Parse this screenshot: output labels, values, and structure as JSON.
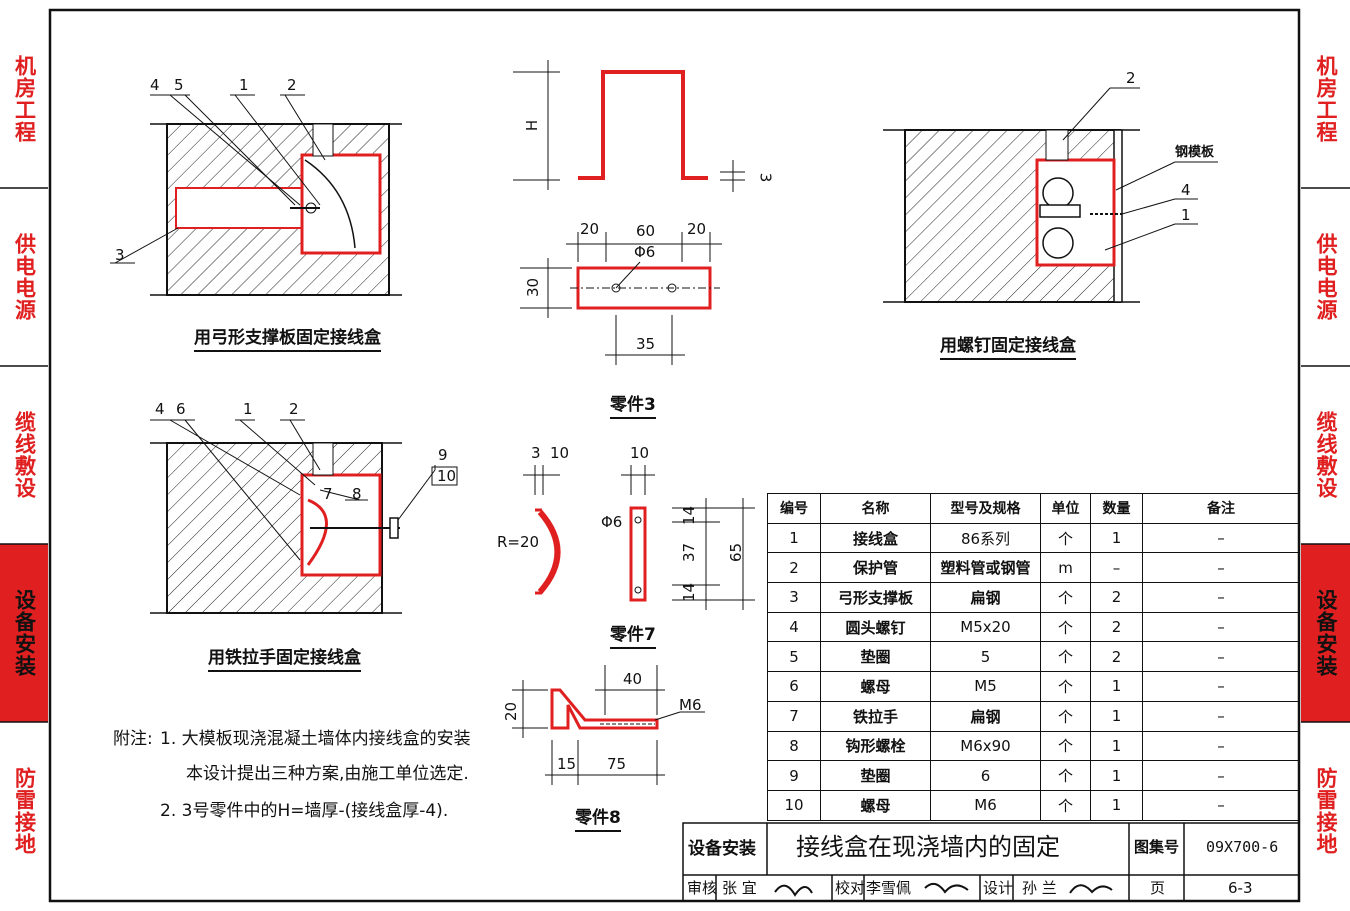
{
  "side_tabs": {
    "left": [
      "机房工程",
      "供电电源",
      "缆线敷设",
      "设备安装",
      "防雷接地"
    ],
    "right": [
      "机房工程",
      "供电电源",
      "缆线敷设",
      "设备安装",
      "防雷接地"
    ],
    "active_index": 3
  },
  "colors": {
    "accent": "#e02020",
    "ink": "#111111"
  },
  "drawings": {
    "bow": {
      "caption": "用弓形支撑板固定接线盒",
      "labels": [
        "4",
        "5",
        "1",
        "2",
        "3"
      ]
    },
    "screw": {
      "caption": "用螺钉固定接线盒",
      "labels": [
        "2",
        "钢模板",
        "4",
        "1"
      ]
    },
    "pull": {
      "caption": "用铁拉手固定接线盒",
      "labels": [
        "4",
        "6",
        "1",
        "2",
        "7",
        "8",
        "9",
        "10"
      ]
    },
    "part3": {
      "caption": "零件3",
      "dims": [
        "H",
        "3",
        "20",
        "60",
        "20",
        "30",
        "Φ6",
        "35"
      ]
    },
    "part7": {
      "caption": "零件7",
      "dims": [
        "3",
        "10",
        "10",
        "R=20",
        "Φ6",
        "14",
        "37",
        "14",
        "65"
      ]
    },
    "part8": {
      "caption": "零件8",
      "dims": [
        "40",
        "20",
        "M6",
        "15",
        "75"
      ]
    }
  },
  "notes": {
    "prefix": "附注:",
    "item1_line1": "1. 大模板现浇混凝土墙体内接线盒的安装",
    "item1_line2": "本设计提出三种方案,由施工单位选定.",
    "item2": "2. 3号零件中的H=墙厚-(接线盒厚-4)."
  },
  "parts_table": {
    "headers": [
      "编号",
      "名称",
      "型号及规格",
      "单位",
      "数量",
      "备注"
    ],
    "rows": [
      [
        "1",
        "接线盒",
        "86系列",
        "个",
        "1",
        "–"
      ],
      [
        "2",
        "保护管",
        "塑料管或钢管",
        "m",
        "–",
        "–"
      ],
      [
        "3",
        "弓形支撑板",
        "扁钢",
        "个",
        "2",
        "–"
      ],
      [
        "4",
        "圆头螺钉",
        "M5x20",
        "个",
        "2",
        "–"
      ],
      [
        "5",
        "垫圈",
        "5",
        "个",
        "2",
        "–"
      ],
      [
        "6",
        "螺母",
        "M5",
        "个",
        "1",
        "–"
      ],
      [
        "7",
        "铁拉手",
        "扁钢",
        "个",
        "1",
        "–"
      ],
      [
        "8",
        "钩形螺栓",
        "M6x90",
        "个",
        "1",
        "–"
      ],
      [
        "9",
        "垫圈",
        "6",
        "个",
        "1",
        "–"
      ],
      [
        "10",
        "螺母",
        "M6",
        "个",
        "1",
        "–"
      ]
    ]
  },
  "title_block": {
    "category": "设备安装",
    "title": "接线盒在现浇墙内的固定",
    "atlas_label": "图集号",
    "atlas_no": "09X700-6",
    "review_label": "审核",
    "reviewer": "张 宜",
    "check_label": "校对",
    "checker": "李雪佩",
    "design_label": "设计",
    "designer": "孙 兰",
    "page_label": "页",
    "page_no": "6-3"
  }
}
